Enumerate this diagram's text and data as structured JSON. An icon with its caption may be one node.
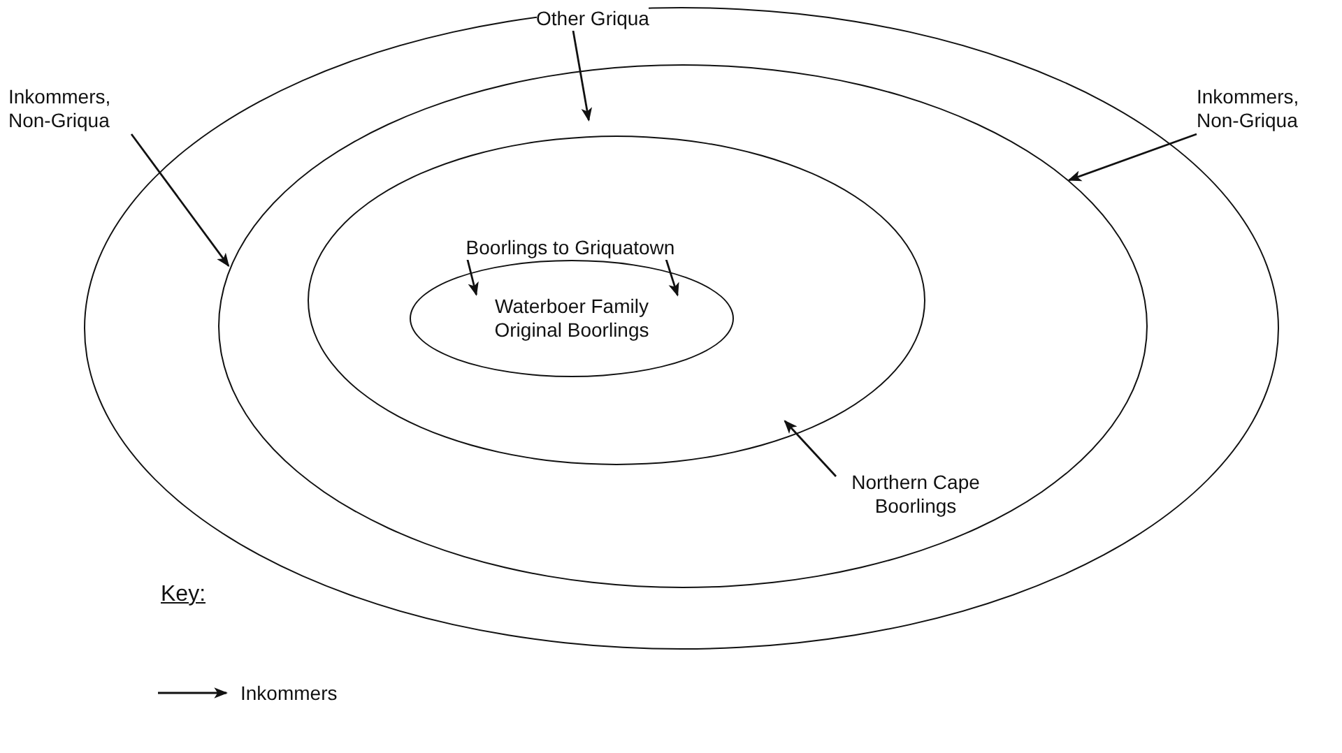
{
  "diagram": {
    "nodes": [
      {
        "text": [],
        "shape": "ellipse"
      },
      {
        "text": [],
        "shape": "ellipse",
        "in": 0
      },
      {
        "text": [],
        "shape": "ellipse",
        "in": 1
      },
      {
        "text": [
          "Waterboer Family",
          "Original Boorlings"
        ],
        "in": 2
      },
      {
        "text": [
          "Other Griqua"
        ],
        "in": 0
      },
      {
        "text": [
          "Inkommers, Non-Griqua"
        ]
      },
      {
        "text": [
          "Inkommers, Non-Griqua"
        ]
      },
      {
        "text": [
          "Boorlings to Griquatown"
        ],
        "in": 2
      },
      {
        "text": [
          "Northern Cape Boorlings"
        ],
        "in": 1
      }
    ],
    "edges": [
      {
        "from": 4,
        "to": 1,
        "arrow": "to"
      },
      {
        "from": 5,
        "to": 1,
        "arrow": "to"
      },
      {
        "from": 6,
        "to": 1,
        "arrow": "to"
      },
      {
        "from": 7,
        "to": 3,
        "arrow": "to"
      },
      {
        "from": 7,
        "to": 3,
        "arrow": "to"
      },
      {
        "from": 8,
        "to": 2,
        "arrow": "to"
      }
    ],
    "labels": [
      "Key:"
    ],
    "legend": [
      {
        "text": "Inkommers"
      }
    ]
  }
}
